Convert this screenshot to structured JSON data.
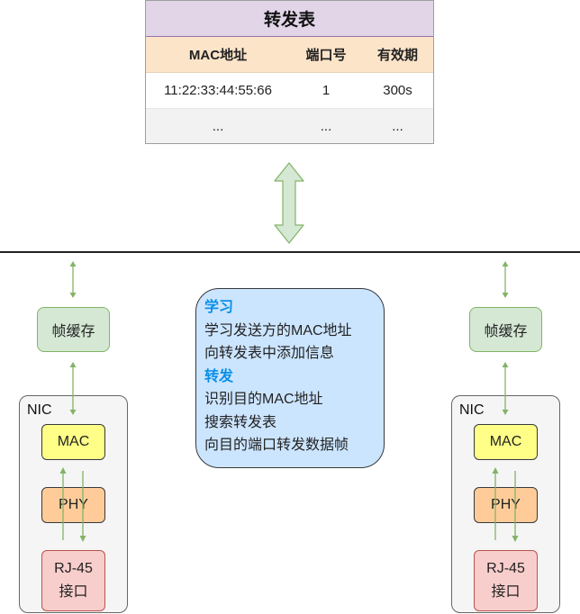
{
  "table": {
    "title": "转发表",
    "headers": [
      "MAC地址",
      "端口号",
      "有效期"
    ],
    "rows": [
      [
        "11:22:33:44:55:66",
        "1",
        "300s"
      ],
      [
        "...",
        "...",
        "..."
      ]
    ]
  },
  "left_side": {
    "buffer_label": "帧缓存",
    "nic_label": "NIC",
    "mac_label": "MAC",
    "phy_label": "PHY",
    "rj45_line1": "RJ-45",
    "rj45_line2": "接口"
  },
  "right_side": {
    "buffer_label": "帧缓存",
    "nic_label": "NIC",
    "mac_label": "MAC",
    "phy_label": "PHY",
    "rj45_line1": "RJ-45",
    "rj45_line2": "接口"
  },
  "info": {
    "learn_heading": "学习",
    "learn_line1": "学习发送方的MAC地址",
    "learn_line2": "向转发表中添加信息",
    "forward_heading": "转发",
    "forward_line1": "识别目的MAC地址",
    "forward_line2": "搜索转发表",
    "forward_line3": "向目的端口转发数据帧"
  },
  "colors": {
    "arrow_green": "#82b366",
    "arrow_fill": "#d5e8d4",
    "table_title_bg": "#e1d5e7",
    "table_header_bg": "#fce4c9",
    "info_bg": "#cce5ff",
    "info_heading": "#0b8fe8",
    "mac_bg": "#ffff88",
    "phy_bg": "#ffcc99",
    "rj45_bg": "#f8cecc",
    "buffer_bg": "#d5e8d4"
  }
}
